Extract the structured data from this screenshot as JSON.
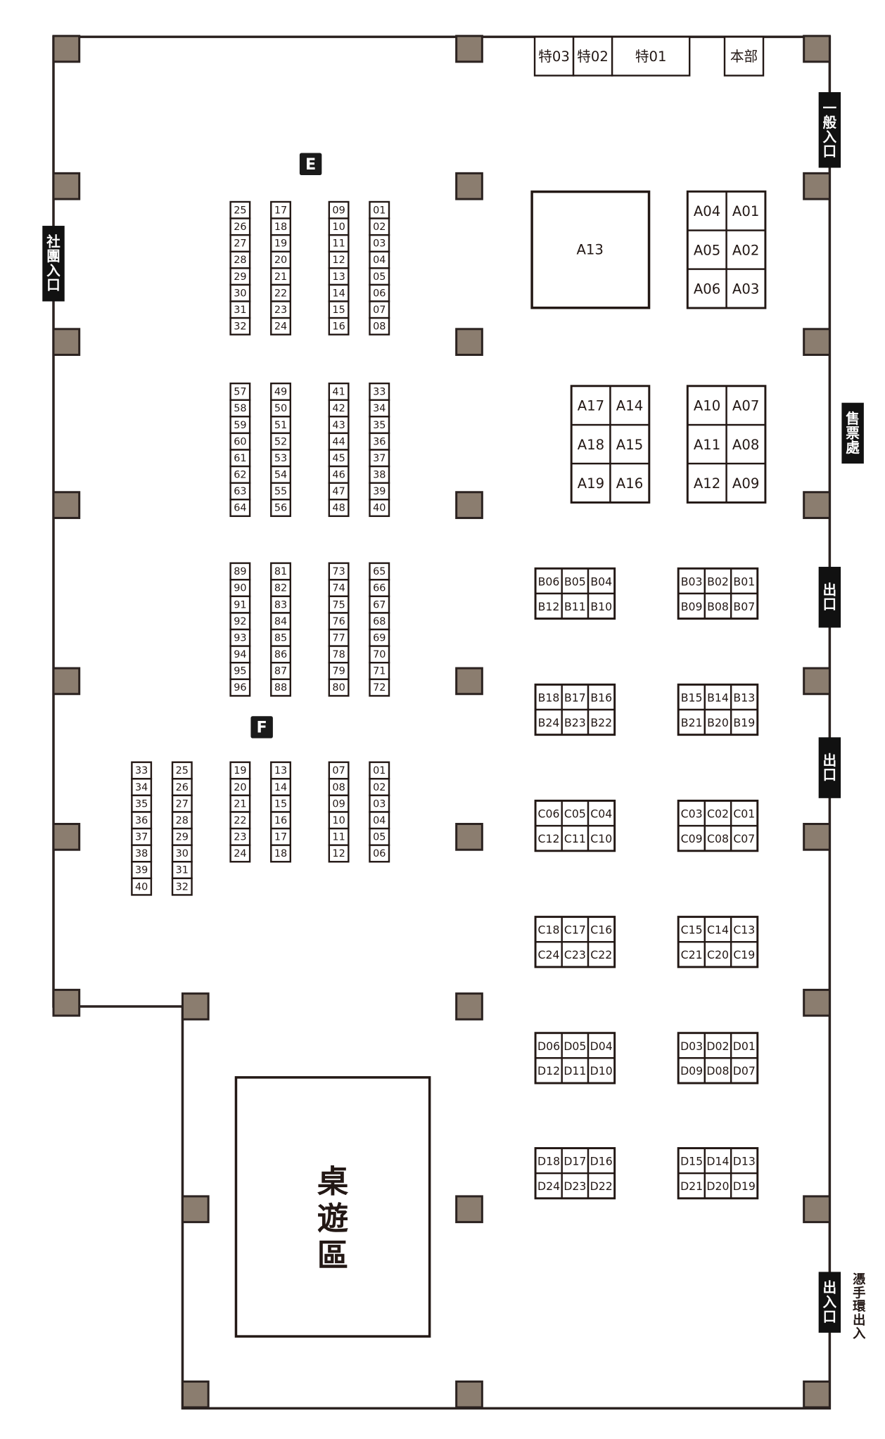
{
  "zones": {
    "e": "E",
    "f": "F",
    "board_game": "桌遊區"
  },
  "entrances": {
    "general": "一般入口",
    "club": "社團入口",
    "ticket": "售票處",
    "exit1": "出口",
    "exit2": "出口",
    "reentry": "出入口",
    "hand_stamp": "憑手環出入"
  },
  "top_booths": {
    "t03": "特03",
    "t02": "特02",
    "t01": "特01",
    "hq": "本部"
  },
  "area_a": {
    "a13": "A13",
    "grid1": [
      [
        "A04",
        "A01"
      ],
      [
        "A05",
        "A02"
      ],
      [
        "A06",
        "A03"
      ]
    ],
    "grid2": [
      [
        "A17",
        "A14"
      ],
      [
        "A18",
        "A15"
      ],
      [
        "A19",
        "A16"
      ]
    ],
    "grid3": [
      [
        "A10",
        "A07"
      ],
      [
        "A11",
        "A08"
      ],
      [
        "A12",
        "A09"
      ]
    ]
  },
  "blocks_bcd": [
    [
      [
        "B06",
        "B05",
        "B04"
      ],
      [
        "B12",
        "B11",
        "B10"
      ]
    ],
    [
      [
        "B03",
        "B02",
        "B01"
      ],
      [
        "B09",
        "B08",
        "B07"
      ]
    ],
    [
      [
        "B18",
        "B17",
        "B16"
      ],
      [
        "B24",
        "B23",
        "B22"
      ]
    ],
    [
      [
        "B15",
        "B14",
        "B13"
      ],
      [
        "B21",
        "B20",
        "B19"
      ]
    ],
    [
      [
        "C06",
        "C05",
        "C04"
      ],
      [
        "C12",
        "C11",
        "C10"
      ]
    ],
    [
      [
        "C03",
        "C02",
        "C01"
      ],
      [
        "C09",
        "C08",
        "C07"
      ]
    ],
    [
      [
        "C18",
        "C17",
        "C16"
      ],
      [
        "C24",
        "C23",
        "C22"
      ]
    ],
    [
      [
        "C15",
        "C14",
        "C13"
      ],
      [
        "C21",
        "C20",
        "C19"
      ]
    ],
    [
      [
        "D06",
        "D05",
        "D04"
      ],
      [
        "D12",
        "D11",
        "D10"
      ]
    ],
    [
      [
        "D03",
        "D02",
        "D01"
      ],
      [
        "D09",
        "D08",
        "D07"
      ]
    ],
    [
      [
        "D18",
        "D17",
        "D16"
      ],
      [
        "D24",
        "D23",
        "D22"
      ]
    ],
    [
      [
        "D15",
        "D14",
        "D13"
      ],
      [
        "D21",
        "D20",
        "D19"
      ]
    ]
  ],
  "e_columns": [
    [
      "25",
      "26",
      "27",
      "28",
      "29",
      "30",
      "31",
      "32"
    ],
    [
      "17",
      "18",
      "19",
      "20",
      "21",
      "22",
      "23",
      "24"
    ],
    [
      "09",
      "10",
      "11",
      "12",
      "13",
      "14",
      "15",
      "16"
    ],
    [
      "01",
      "02",
      "03",
      "04",
      "05",
      "06",
      "07",
      "08"
    ],
    [
      "57",
      "58",
      "59",
      "60",
      "61",
      "62",
      "63",
      "64"
    ],
    [
      "49",
      "50",
      "51",
      "52",
      "53",
      "54",
      "55",
      "56"
    ],
    [
      "41",
      "42",
      "43",
      "44",
      "45",
      "46",
      "47",
      "48"
    ],
    [
      "33",
      "34",
      "35",
      "36",
      "37",
      "38",
      "39",
      "40"
    ],
    [
      "89",
      "90",
      "91",
      "92",
      "93",
      "94",
      "95",
      "96"
    ],
    [
      "81",
      "82",
      "83",
      "84",
      "85",
      "86",
      "87",
      "88"
    ],
    [
      "73",
      "74",
      "75",
      "76",
      "77",
      "78",
      "79",
      "80"
    ],
    [
      "65",
      "66",
      "67",
      "68",
      "69",
      "70",
      "71",
      "72"
    ]
  ],
  "f_columns": [
    [
      "33",
      "34",
      "35",
      "36",
      "37",
      "38",
      "39",
      "40"
    ],
    [
      "25",
      "26",
      "27",
      "28",
      "29",
      "30",
      "31",
      "32"
    ],
    [
      "19",
      "20",
      "21",
      "22",
      "23",
      "24"
    ],
    [
      "13",
      "14",
      "15",
      "16",
      "17",
      "18"
    ],
    [
      "07",
      "08",
      "09",
      "10",
      "11",
      "12"
    ],
    [
      "01",
      "02",
      "03",
      "04",
      "05",
      "06"
    ]
  ]
}
